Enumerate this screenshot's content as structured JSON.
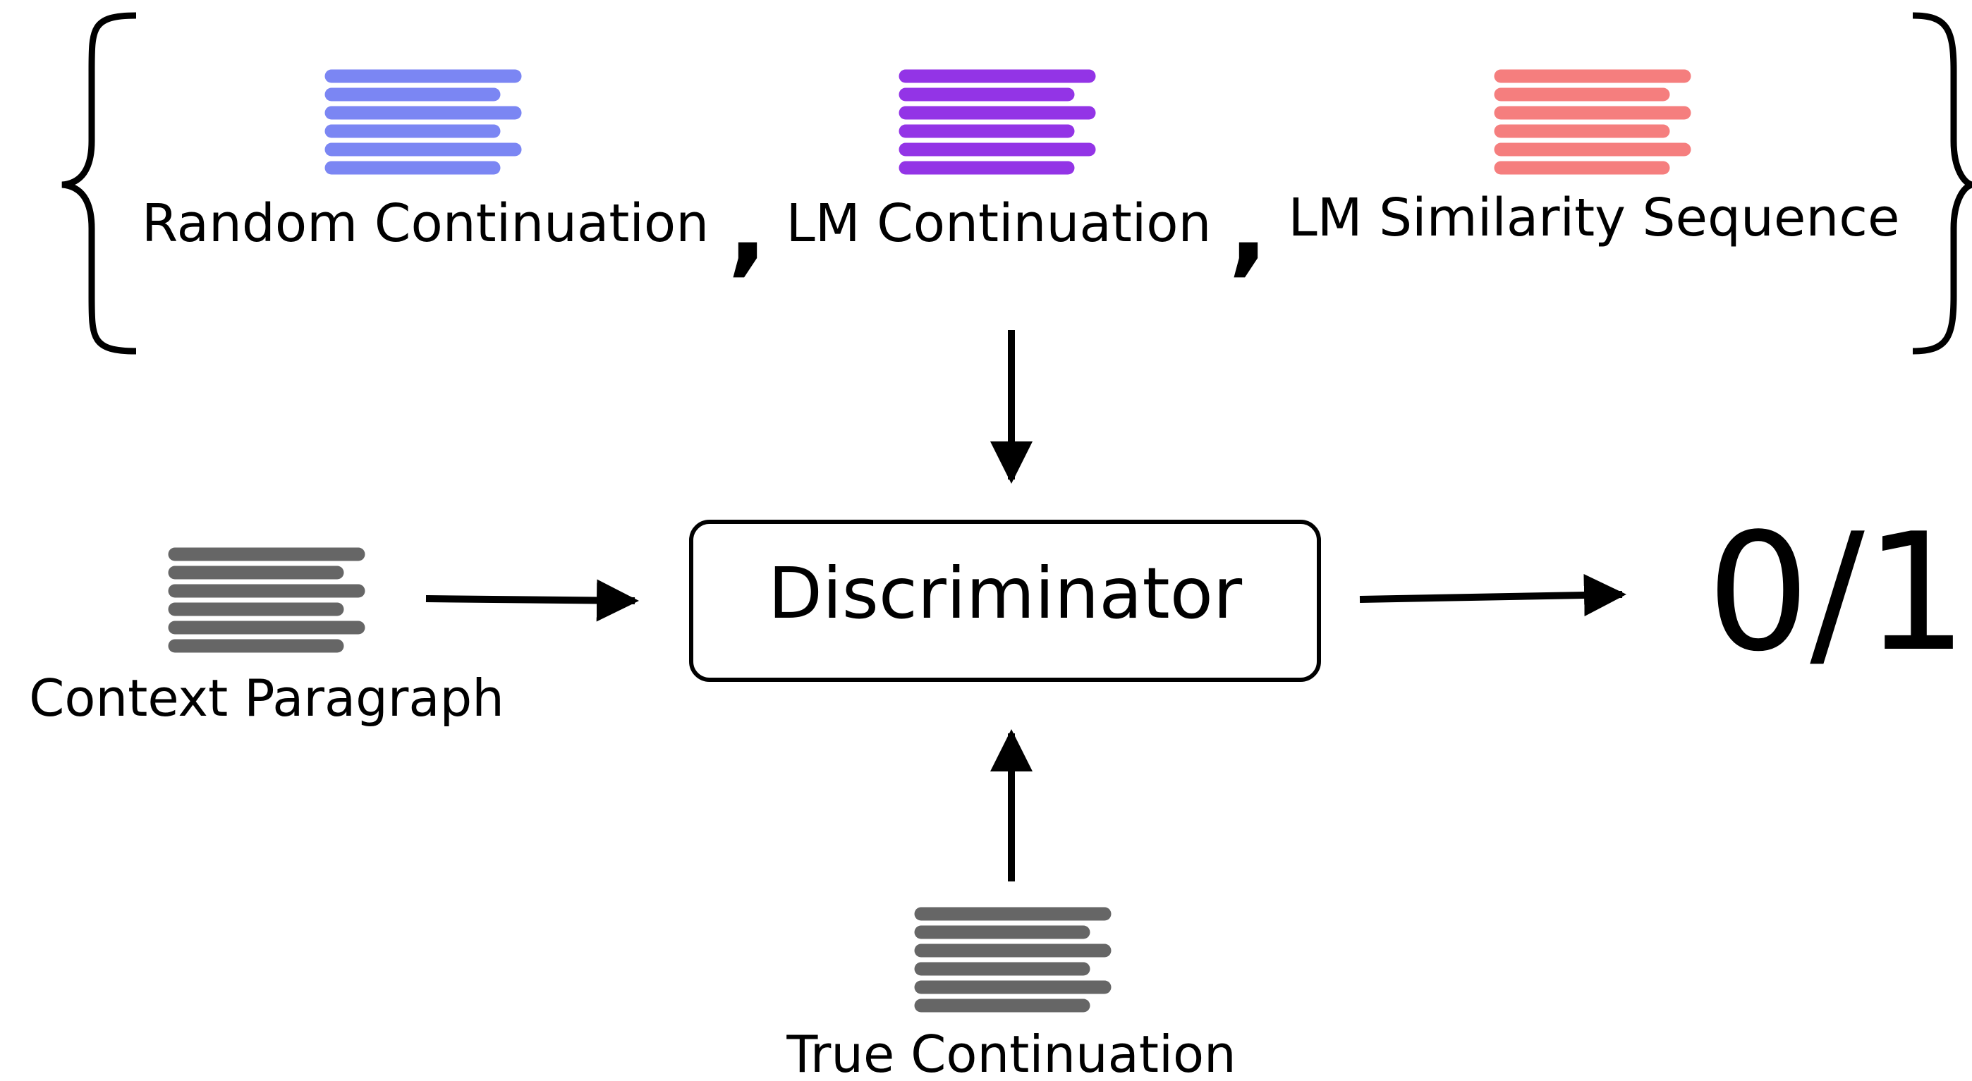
{
  "candidates": [
    {
      "label": "Random Continuation",
      "icon": "document-lines-icon",
      "color": "#7b86f3"
    },
    {
      "label": "LM Continuation",
      "icon": "document-lines-icon",
      "color": "#9334e6"
    },
    {
      "label": "LM Similarity Sequence",
      "icon": "document-lines-icon",
      "color": "#f57e7e"
    }
  ],
  "separator": ",",
  "context": {
    "label": "Context Paragraph",
    "icon": "document-lines-icon",
    "color": "#666666"
  },
  "true_continuation": {
    "label": "True Continuation",
    "icon": "document-lines-icon",
    "color": "#666666"
  },
  "discriminator": {
    "label": "Discriminator"
  },
  "output": {
    "label": "0/1"
  }
}
